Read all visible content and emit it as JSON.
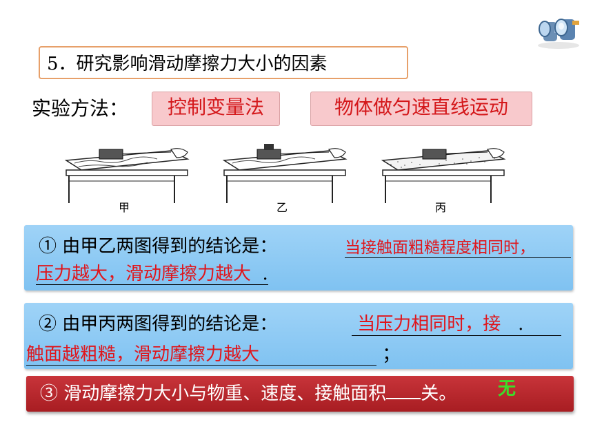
{
  "title": "5．研究影响滑动摩擦力大小的因素",
  "method": {
    "label": "实验方法：",
    "box1": "控制变量法",
    "box2": "物体做匀速直线运动"
  },
  "figures": {
    "labels": [
      "甲",
      "乙",
      "丙"
    ]
  },
  "conclusion1": {
    "prompt": "① 由甲乙两图得到的结论是：",
    "answer_part1": "当接触面粗糙程度相同时，",
    "answer_part2": "压力越大，滑动摩擦力越大",
    "end": "."
  },
  "conclusion2": {
    "prompt": "② 由甲丙两图得到的结论是：",
    "answer_part1": "当压力相同时，接",
    "answer_mid": ".",
    "answer_part2": "触面越粗糙，滑动摩擦力越大",
    "end": "；"
  },
  "conclusion3": {
    "text_before": "③ 滑动摩擦力大小与物重、速度、接触面积",
    "answer": "无",
    "text_after": "关。"
  },
  "colors": {
    "answer_red": "#e0151b",
    "pink_box": "#f8c9cc",
    "blue_box": "#8cc9f3",
    "red_box": "#b8272d",
    "answer_green": "#3ddc2a"
  }
}
